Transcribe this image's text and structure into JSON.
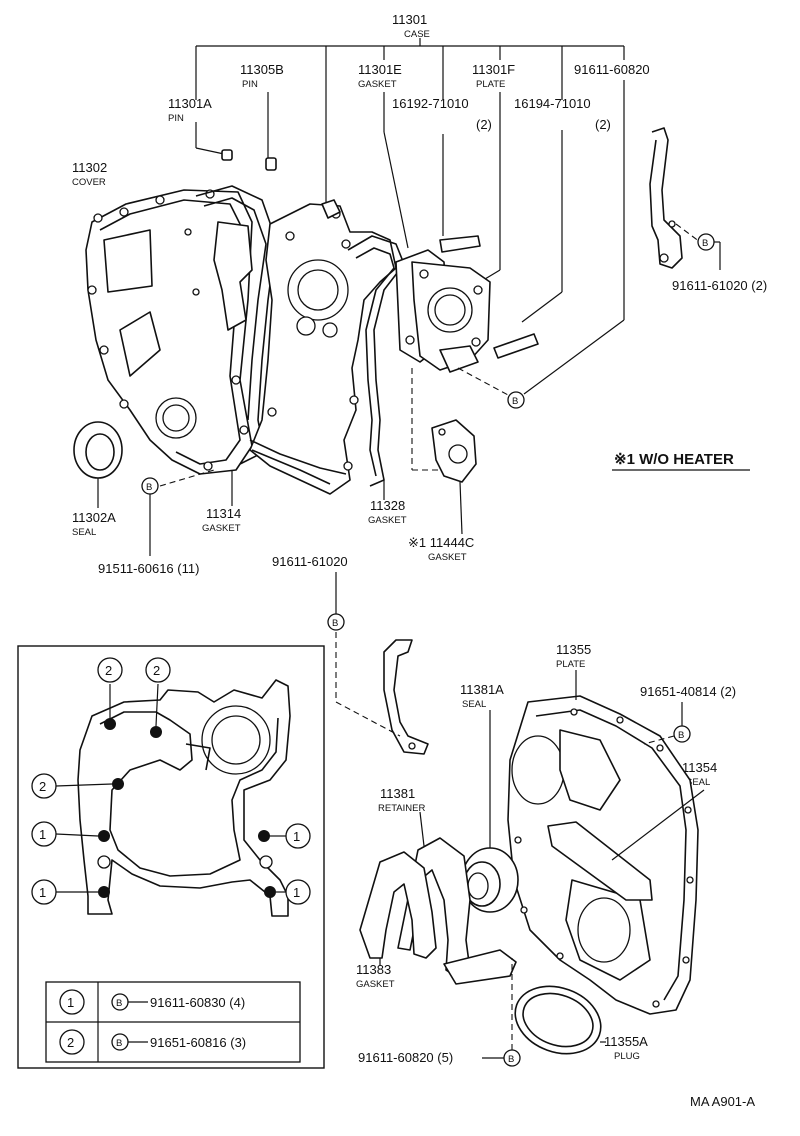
{
  "labels": {
    "case_pn": "11301",
    "case_name": "CASE",
    "pin_b_pn": "11305B",
    "pin_b_name": "PIN",
    "gasket_e_pn": "11301E",
    "gasket_e_name": "GASKET",
    "plate_f_pn": "11301F",
    "plate_f_name": "PLATE",
    "bolt_60820_pn": "91611-60820",
    "pin_a_pn": "11301A",
    "pin_a_name": "PIN",
    "stud_71010_pn": "16192-71010",
    "stud_71010_qty": "(2)",
    "stud_b_pn": "16194-71010",
    "stud_b_qty": "(2)",
    "cover_pn": "11302",
    "cover_name": "COVER",
    "bolt_61020_qty_pn": "91611-61020 (2)",
    "heater_note": "※1 W/O HEATER",
    "seal_a_pn": "11302A",
    "seal_a_name": "SEAL",
    "gasket_314_pn": "11314",
    "gasket_314_name": "GASKET",
    "gasket_328_pn": "11328",
    "gasket_328_name": "GASKET",
    "gasket_444_pn": "※1 11444C",
    "gasket_444_name": "GASKET",
    "bolt_60616_pn": "91511-60616 (11)",
    "bolt_61020_pn": "91611-61020",
    "plate_355_pn": "11355",
    "plate_355_name": "PLATE",
    "seal_381a_pn": "11381A",
    "seal_381a_name": "SEAL",
    "bolt_40814_pn": "91651-40814 (2)",
    "seal_354_pn": "11354",
    "seal_354_name": "SEAL",
    "retainer_pn": "11381",
    "retainer_name": "RETAINER",
    "gasket_383_pn": "11383",
    "gasket_383_name": "GASKET",
    "plug_pn": "11355A",
    "plug_name": "PLUG",
    "bolt_60820_5_pn": "91611-60820 (5)",
    "diagram_code": "MA A901-A"
  },
  "inset": {
    "marker_1": "1",
    "marker_2": "2",
    "legend": [
      {
        "marker": "1",
        "bolt_symbol": "B",
        "part": "91611-60830 (4)"
      },
      {
        "marker": "2",
        "bolt_symbol": "B",
        "part": "91651-60816 (3)"
      }
    ]
  },
  "bolt_symbol": "B"
}
